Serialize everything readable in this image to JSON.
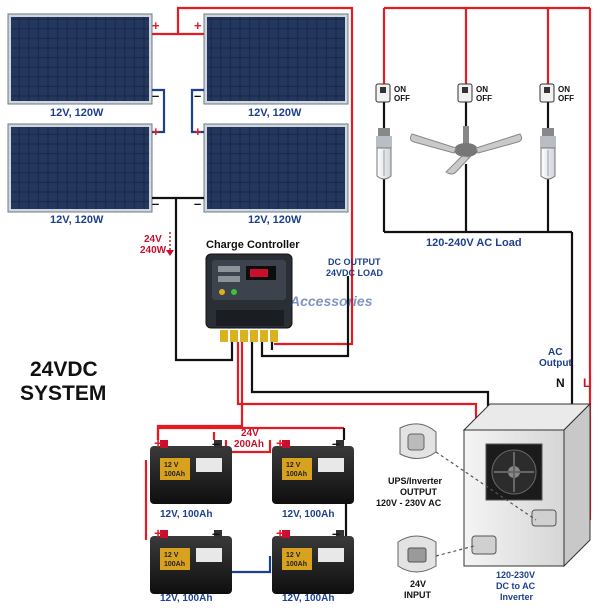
{
  "system_title_line1": "24VDC",
  "system_title_line2": "SYSTEM",
  "panels": [
    {
      "label": "12V, 120W"
    },
    {
      "label": "12V, 120W"
    },
    {
      "label": "12V, 120W"
    },
    {
      "label": "12V, 120W"
    }
  ],
  "array_output": {
    "voltage": "24V",
    "power": "240W"
  },
  "charge_controller": {
    "title": "Charge Controller"
  },
  "dc_output": {
    "line1": "DC OUTPUT",
    "line2": "24VDC LOAD"
  },
  "ac_load": {
    "label": "120-240V AC Load",
    "switch_state": "ON",
    "switch_off": "OFF"
  },
  "ac_output": {
    "line1": "AC",
    "line2": "Output",
    "neutral": "N",
    "live": "L"
  },
  "battery_bank": {
    "voltage": "24V",
    "capacity": "200Ah"
  },
  "batteries": [
    {
      "label": "12V, 100Ah",
      "face_v": "12 V",
      "face_ah": "100Ah"
    },
    {
      "label": "12V, 100Ah",
      "face_v": "12 V",
      "face_ah": "100Ah"
    },
    {
      "label": "12V, 100Ah",
      "face_v": "12 V",
      "face_ah": "100Ah"
    },
    {
      "label": "12V, 100Ah",
      "face_v": "12 V",
      "face_ah": "100Ah"
    }
  ],
  "inverter": {
    "output_line1": "UPS/Inverter",
    "output_line2": "OUTPUT",
    "output_line3": "120V - 230V AC",
    "input_line1": "24V",
    "input_line2": "INPUT",
    "caption_line1": "120-230V",
    "caption_line2": "DC to AC",
    "caption_line3": "Inverter"
  },
  "watermark": "Accessories",
  "colors": {
    "positive": "#e41b23",
    "negative": "#111111",
    "label_blue": "#1d3f8f",
    "label_red": "#c8102e"
  }
}
